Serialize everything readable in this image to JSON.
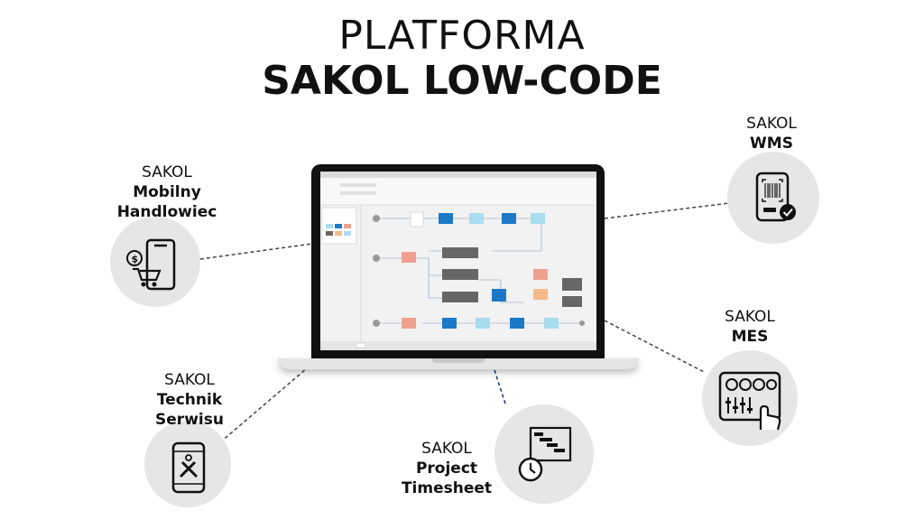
{
  "header": {
    "line1": "PLATFORMA",
    "line2": "SAKOL LOW-CODE"
  },
  "modules": [
    {
      "id": "mobilny",
      "line1": "SAKOL",
      "line2": "Mobilny",
      "line3": "Handlowiec",
      "icon": "mobile-shopping-cart-icon"
    },
    {
      "id": "wms",
      "line1": "SAKOL",
      "line2": "WMS",
      "icon": "barcode-scanner-icon"
    },
    {
      "id": "mes",
      "line1": "SAKOL",
      "line2": "MES",
      "icon": "control-panel-icon"
    },
    {
      "id": "technik",
      "line1": "SAKOL",
      "line2": "Technik",
      "line3": "Serwisu",
      "icon": "phone-tools-icon"
    },
    {
      "id": "timesheet",
      "line1": "SAKOL",
      "line2": "Project",
      "line3": "Timesheet",
      "icon": "gantt-clock-icon"
    }
  ],
  "colors": {
    "circle": "#e6e6e6",
    "line": "#444444",
    "accent_blue": "#1e78c8",
    "node_light": "#a8dcef",
    "node_red": "#f0a090",
    "node_dark": "#666666",
    "node_orange": "#f5b98a"
  }
}
